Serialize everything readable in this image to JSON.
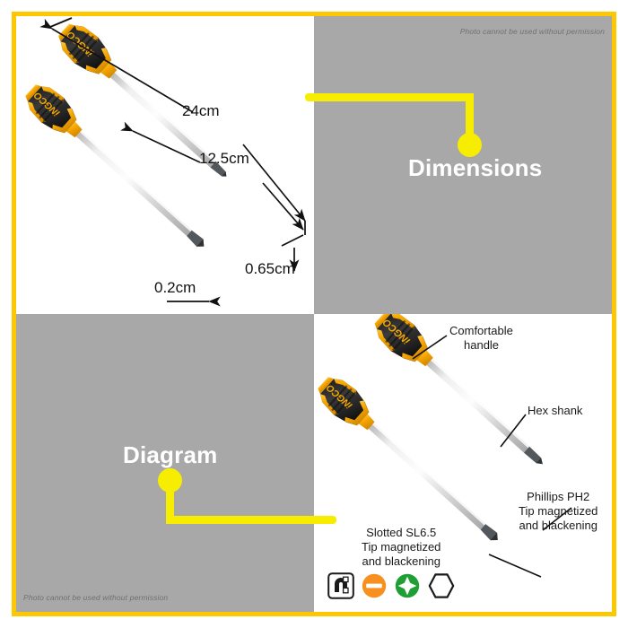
{
  "frame": {
    "border_color": "#FCC800",
    "accent_color": "#F7ED00"
  },
  "watermark": {
    "text": "Photo cannot be used without permission"
  },
  "panels": {
    "dimensions": {
      "caption": "Dimensions",
      "background": "#a8a8a8",
      "measurements": [
        {
          "id": "overall-length",
          "label": "24cm"
        },
        {
          "id": "shank-length",
          "label": "12.5cm"
        },
        {
          "id": "shank-width",
          "label": "0.65cm"
        },
        {
          "id": "tip-thickness",
          "label": "0.2cm"
        }
      ]
    },
    "diagram": {
      "caption": "Diagram",
      "background": "#a8a8a8",
      "annotations": [
        {
          "id": "comfortable-handle",
          "line1": "Comfortable",
          "line2": "handle"
        },
        {
          "id": "hex-shank",
          "line1": "Hex shank",
          "line2": ""
        },
        {
          "id": "phillips-tip",
          "line1": "Phillips PH2",
          "line2": "Tip magnetized",
          "line3": "and blackening"
        },
        {
          "id": "slotted-tip",
          "line1": "Slotted SL6.5",
          "line2": "Tip magnetized",
          "line3": "and blackening"
        }
      ],
      "feature_icons": [
        {
          "id": "magnetized-icon",
          "name": "magnet-icon",
          "color": "#1a1a1a"
        },
        {
          "id": "slotted-icon",
          "name": "slotted-bit-icon",
          "color": "#F7901E"
        },
        {
          "id": "phillips-icon",
          "name": "phillips-bit-icon",
          "color": "#1E9E33"
        },
        {
          "id": "hex-icon",
          "name": "hex-shank-icon",
          "color": "#1a1a1a"
        }
      ]
    }
  },
  "product": {
    "brand": "iNGCO",
    "handle_colors": {
      "black": "#2b2b2b",
      "yellow": "#F7A800",
      "dark": "#171717"
    },
    "shank_colors": {
      "steel_light": "#f2f2f2",
      "steel_mid": "#cfcfcf",
      "tip_black": "#4a4a4a"
    }
  }
}
